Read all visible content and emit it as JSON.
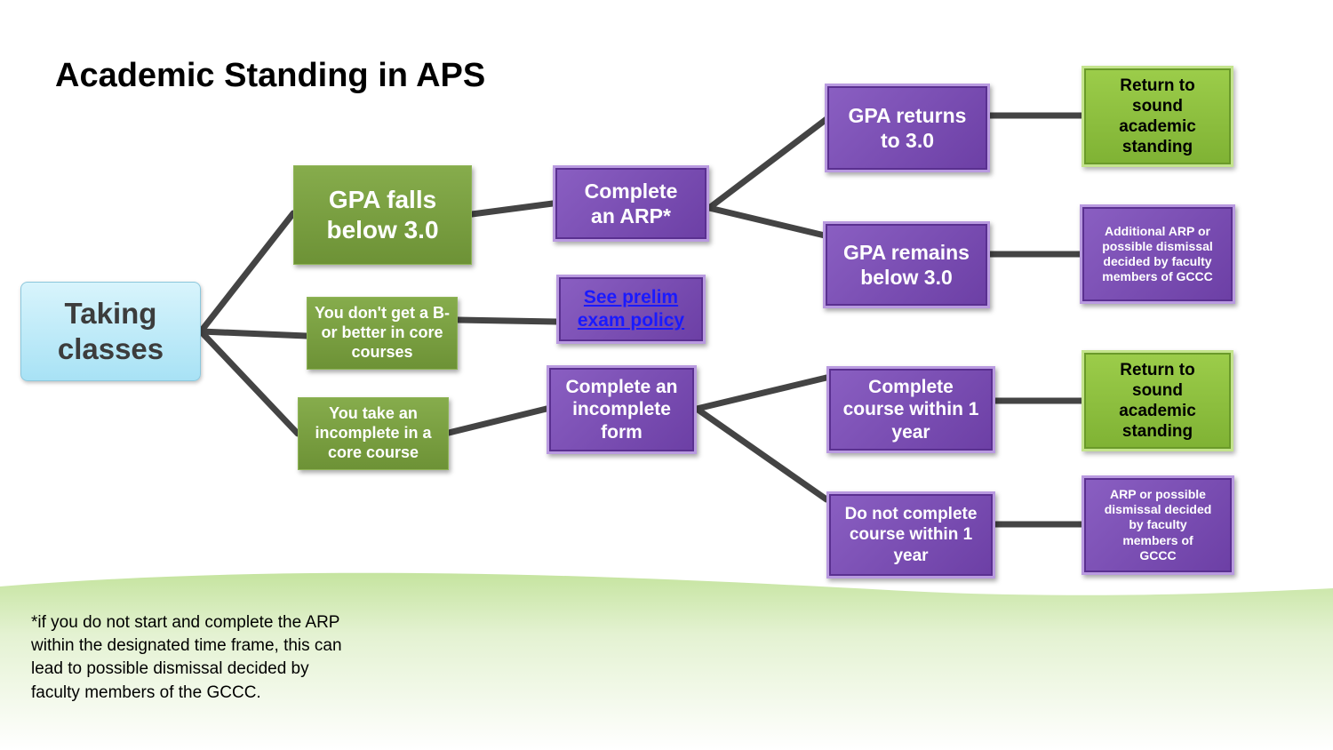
{
  "title": "Academic Standing in APS",
  "nodes": {
    "taking_classes": "Taking classes",
    "gpa_falls": "GPA falls below 3.0",
    "no_b_minus": "You don't get a B- or better in core courses",
    "incomplete": "You take an incomplete in a core course",
    "complete_arp": "Complete an ARP*",
    "prelim_link": "See prelim exam policy",
    "complete_incomplete_form": "Complete an incomplete form",
    "gpa_returns": "GPA returns to 3.0",
    "gpa_remains": "GPA remains below 3.0",
    "complete_course": "Complete course within 1 year",
    "not_complete_course": "Do not complete course within 1 year",
    "return_sound_1": "Return to sound academic standing",
    "additional_arp": "Additional ARP or possible dismissal decided by faculty members of GCCC",
    "return_sound_2": "Return to sound academic standing",
    "arp_dismissal": "ARP or possible dismissal decided by faculty members of GCCC"
  },
  "footnote": "*if you do not start and complete the ARP within the designated time frame, this can lead to possible dismissal decided by faculty members of the GCCC.",
  "colors": {
    "green": "#77a03f",
    "purple": "#7a4db5",
    "light_green": "#8dc03e",
    "light_blue": "#bdebf8",
    "connector": "#444444",
    "link": "#1a1aff"
  }
}
